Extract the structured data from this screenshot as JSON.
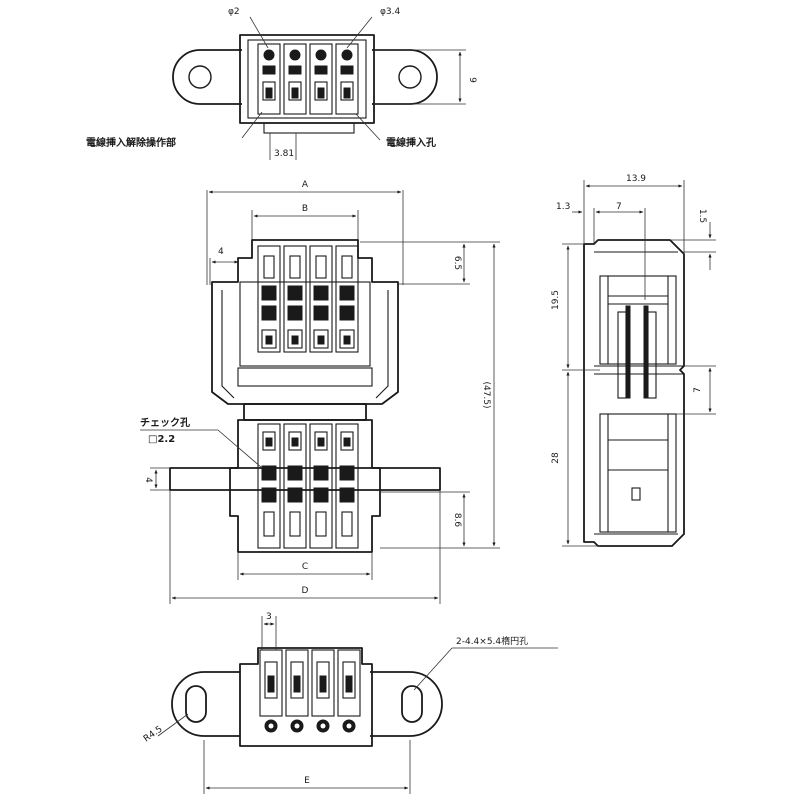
{
  "top_view": {
    "phi2": "φ2",
    "phi34": "φ3.4",
    "dim9": "9",
    "dim381": "3.81",
    "release_label": "電線挿入解除操作部",
    "insert_label": "電線挿入孔"
  },
  "front_view": {
    "A": "A",
    "B": "B",
    "C": "C",
    "D": "D",
    "dim4_left": "4",
    "dim65": "6.5",
    "dim475": "(47.5)",
    "dim4_pin": "4",
    "dim86": "8.6",
    "check_label": "チェック孔",
    "check_size": "□2.2"
  },
  "side_view": {
    "dim139": "13.9",
    "dim13": "1.3",
    "dim7_top": "7",
    "dim15": "1.5",
    "dim195": "19.5",
    "dim28": "28",
    "dim7_mid": "7"
  },
  "bottom_view": {
    "dim3": "3",
    "slot_label": "2-4.4×5.4楕円孔",
    "R45": "R4.5",
    "E": "E"
  }
}
